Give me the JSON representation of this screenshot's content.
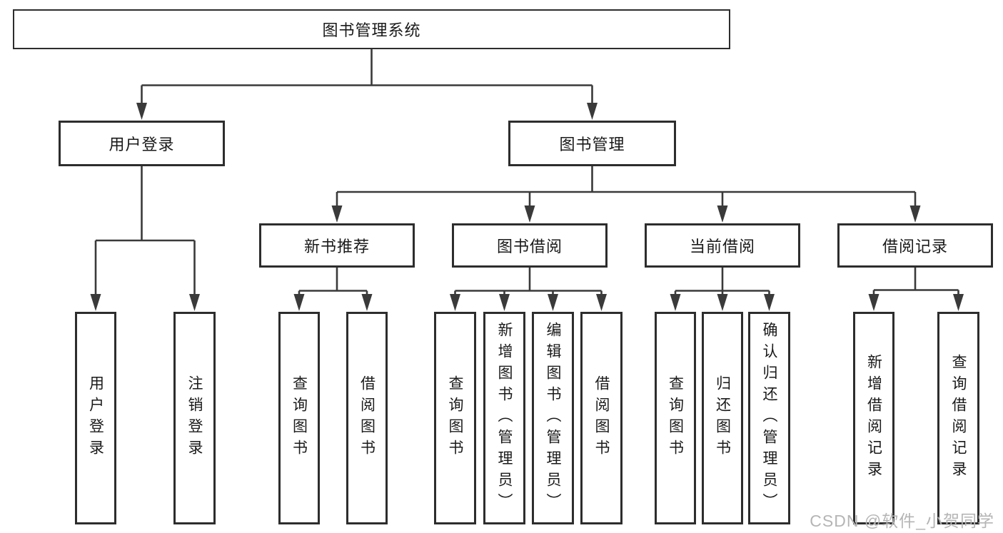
{
  "diagram": {
    "root": {
      "label": "图书管理系统"
    },
    "level2": [
      {
        "id": "user-login",
        "label": "用户登录"
      },
      {
        "id": "book-management",
        "label": "图书管理"
      }
    ],
    "level3": [
      {
        "id": "new-book-recommend",
        "label": "新书推荐"
      },
      {
        "id": "book-borrow",
        "label": "图书借阅"
      },
      {
        "id": "current-borrow",
        "label": "当前借阅"
      },
      {
        "id": "borrow-records",
        "label": "借阅记录"
      }
    ],
    "leaves": {
      "user_login": [
        "用户登录",
        "注销登录"
      ],
      "new_book_recommend": [
        "查询图书",
        "借阅图书"
      ],
      "book_borrow": [
        "查询图书",
        "新增图书（管理员）",
        "编辑图书（管理员）",
        "借阅图书"
      ],
      "current_borrow": [
        "查询图书",
        "归还图书",
        "确认归还（管理员）"
      ],
      "borrow_records": [
        "新增借阅记录",
        "查询借阅记录"
      ]
    },
    "watermark": "CSDN @软件_小贺同学",
    "colors": {
      "line": "#3a3a3a",
      "box_border": "#2d2d2d",
      "text": "#1a1a1a",
      "background": "#ffffff",
      "watermark": "#b5b5b5"
    }
  }
}
